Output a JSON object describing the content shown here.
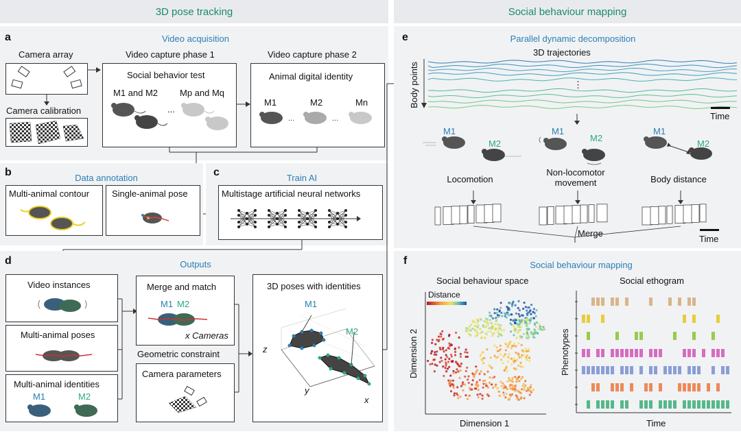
{
  "banners": {
    "left": "3D pose tracking",
    "right": "Social behaviour mapping"
  },
  "panels": {
    "a": {
      "letter": "a",
      "title": "Video acquisition",
      "camera_array": "Camera array",
      "camera_calibration": "Camera calibration",
      "phase1": {
        "title": "Video capture phase 1",
        "subtitle": "Social behavior test",
        "m1m2": "M1 and M2",
        "ellipsis": "...",
        "mpmq": "Mp and Mq"
      },
      "phase2": {
        "title": "Video capture phase 2",
        "subtitle": "Animal digital identity",
        "m1": "M1",
        "m2": "M2",
        "mn": "Mn",
        "ellipsis": "..."
      }
    },
    "b": {
      "letter": "b",
      "title": "Data annotation",
      "contour": "Multi-animal contour",
      "pose": "Single-animal pose"
    },
    "c": {
      "letter": "c",
      "title": "Train AI",
      "networks": "Multistage artificial neural networks"
    },
    "d": {
      "letter": "d",
      "title": "Outputs",
      "video_instances": "Video instances",
      "multi_poses": "Multi-animal poses",
      "multi_identities": "Multi-animal identities",
      "m1": "M1",
      "m2": "M2",
      "merge_match": "Merge and match",
      "x_cameras": "x Cameras",
      "geometric": "Geometric constraint",
      "camera_params": "Camera parameters",
      "poses_3d": "3D poses with identities",
      "axis_z": "z",
      "axis_y": "y",
      "axis_x": "x"
    },
    "e": {
      "letter": "e",
      "title": "Parallel dynamic decomposition",
      "trajectories": "3D trajectories",
      "body_points": "Body points",
      "time": "Time",
      "vdots": "⋮",
      "m1": "M1",
      "m2": "M2",
      "locomotion": "Locomotion",
      "nonloco": "Non-locomotor movement",
      "body_distance": "Body distance",
      "merge": "Merge",
      "time2": "Time"
    },
    "f": {
      "letter": "f",
      "title": "Social behaviour mapping",
      "space_title": "Social behaviour space",
      "ethogram_title": "Social ethogram",
      "distance": "Distance",
      "dim1": "Dimension 1",
      "dim2": "Dimension 2",
      "phenotypes": "Phenotypes",
      "time": "Time"
    }
  },
  "colors": {
    "banner_text": "#1a8a6a",
    "title_blue": "#2a7fb5",
    "m2_green": "#2aa888",
    "panel_bg": "#f1f2f4",
    "banner_bg": "#e9eaee",
    "ethogram_rows": [
      "#d9b48a",
      "#e8cc3a",
      "#9acb4a",
      "#d66cc0",
      "#8a9ed6",
      "#ec8a5a",
      "#55b88a"
    ]
  }
}
